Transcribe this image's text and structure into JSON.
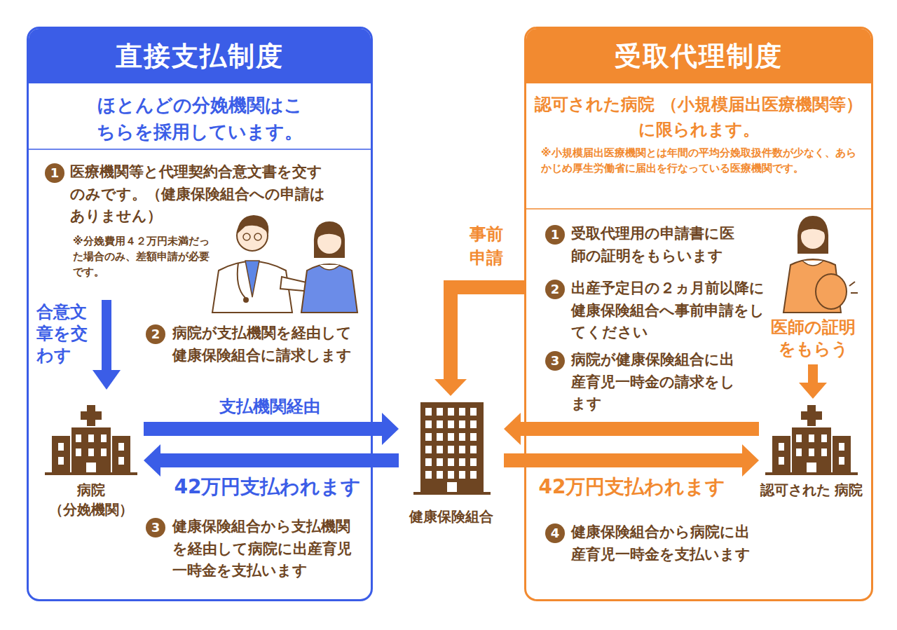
{
  "diagram": {
    "nodes": [
      {
        "text": [
          "直接支払制度",
          "ほとんどの分娩機関はこちらを採用しています。"
        ]
      },
      {
        "text": [
          "病院 （分娩機関）"
        ],
        "in": 0
      },
      {
        "text": [
          "健康保険組合"
        ]
      },
      {
        "text": [
          "受取代理制度",
          "認可された病院 （小規模届出医療機関等）に限られます。"
        ]
      },
      {
        "text": [
          "認可された 病院"
        ],
        "in": 3
      }
    ],
    "edges": [
      {
        "from": 1,
        "to": 2,
        "label": "支払機関経由",
        "arrow": "to"
      },
      {
        "from": 2,
        "to": 1,
        "label": "42万円支払われます",
        "arrow": "to"
      },
      {
        "from": 3,
        "to": 2,
        "label": "事前申請",
        "arrow": "to"
      },
      {
        "from": 4,
        "to": 2,
        "arrow": "to"
      },
      {
        "from": 2,
        "to": 4,
        "label": "42万円支払われます",
        "arrow": "to"
      }
    ],
    "labels": [
      "1",
      "医療機関等と代理契約合意文書を交すのみです。（健康保険組合への申請はありません）",
      "※分娩費用４２万円未満だった場合のみ、差額申請が必要です。",
      "合意文章を交わす",
      "2",
      "病院が支払機関を経由して健康保険組合に請求します",
      "3",
      "健康保険組合から支払機関を経由して病院に出産育児一時金を支払います",
      "※小規模届出医療機関とは年間の平均分娩取扱件数が少なく、あらかじめ厚生労働省に届出を行なっている医療機関です。",
      "1",
      "受取代理用の申請書に医師の証明をもらいます",
      "2",
      "出産予定日の２ヵ月前以降に健康保険組合へ事前申請をしてください",
      "3",
      "病院が健康保険組合に出産育児一時金の請求をします",
      "医師の証明をもらう",
      "4",
      "健康保険組合から病院に出産育児一時金を支払います"
    ]
  }
}
